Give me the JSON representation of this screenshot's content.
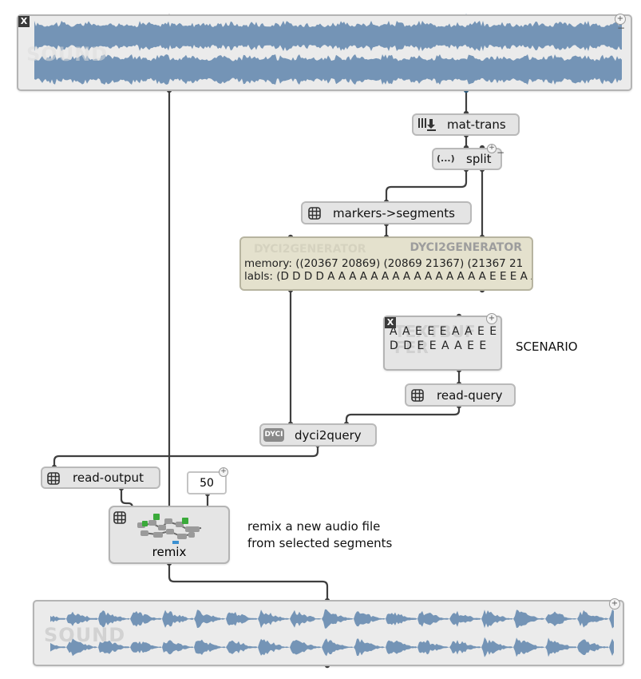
{
  "nodes": {
    "sound_top": {
      "ghost_label": "SOUND"
    },
    "mat_trans": {
      "label": "mat-trans"
    },
    "split": {
      "label": "split",
      "icon_text": "(...)"
    },
    "markers_segments": {
      "label": "markers->segments"
    },
    "generator": {
      "title": "DYCI2GENERATOR",
      "ghost": "DYCI2GENERATOR",
      "memory_line": "memory: ((20367 20869) (20869 21367) (21367 21",
      "labls_line": "labls: (D D D D A A A A A A A A A A A A A A A E E E A A..."
    },
    "scenario": {
      "line1": "A A E E E A A E E",
      "line2": "D D E E A A E E",
      "ghost": "TEXTBUF FER",
      "side_label": "SCENARIO"
    },
    "read_query": {
      "label": "read-query"
    },
    "dyci2query": {
      "label": "dyci2query",
      "icon_text": "DYCI"
    },
    "read_output": {
      "label": "read-output"
    },
    "number": {
      "value": "50"
    },
    "remix": {
      "label": "remix",
      "comment_line1": "remix a new audio file",
      "comment_line2": "from selected segments"
    },
    "sound_bottom": {
      "ghost_label": "SOUND"
    }
  },
  "colors": {
    "waveform": "#6e8fb3",
    "wire": "#3f3f3f",
    "box_bg": "#e5e5e5",
    "generator_bg": "#e4e1cd"
  },
  "icons": {
    "close": "close-icon",
    "add": "plus-icon",
    "remove": "minus-icon",
    "grid": "grid-icon",
    "matrix": "matrix-icon",
    "list": "list-icon",
    "dyci": "dyci-icon"
  }
}
